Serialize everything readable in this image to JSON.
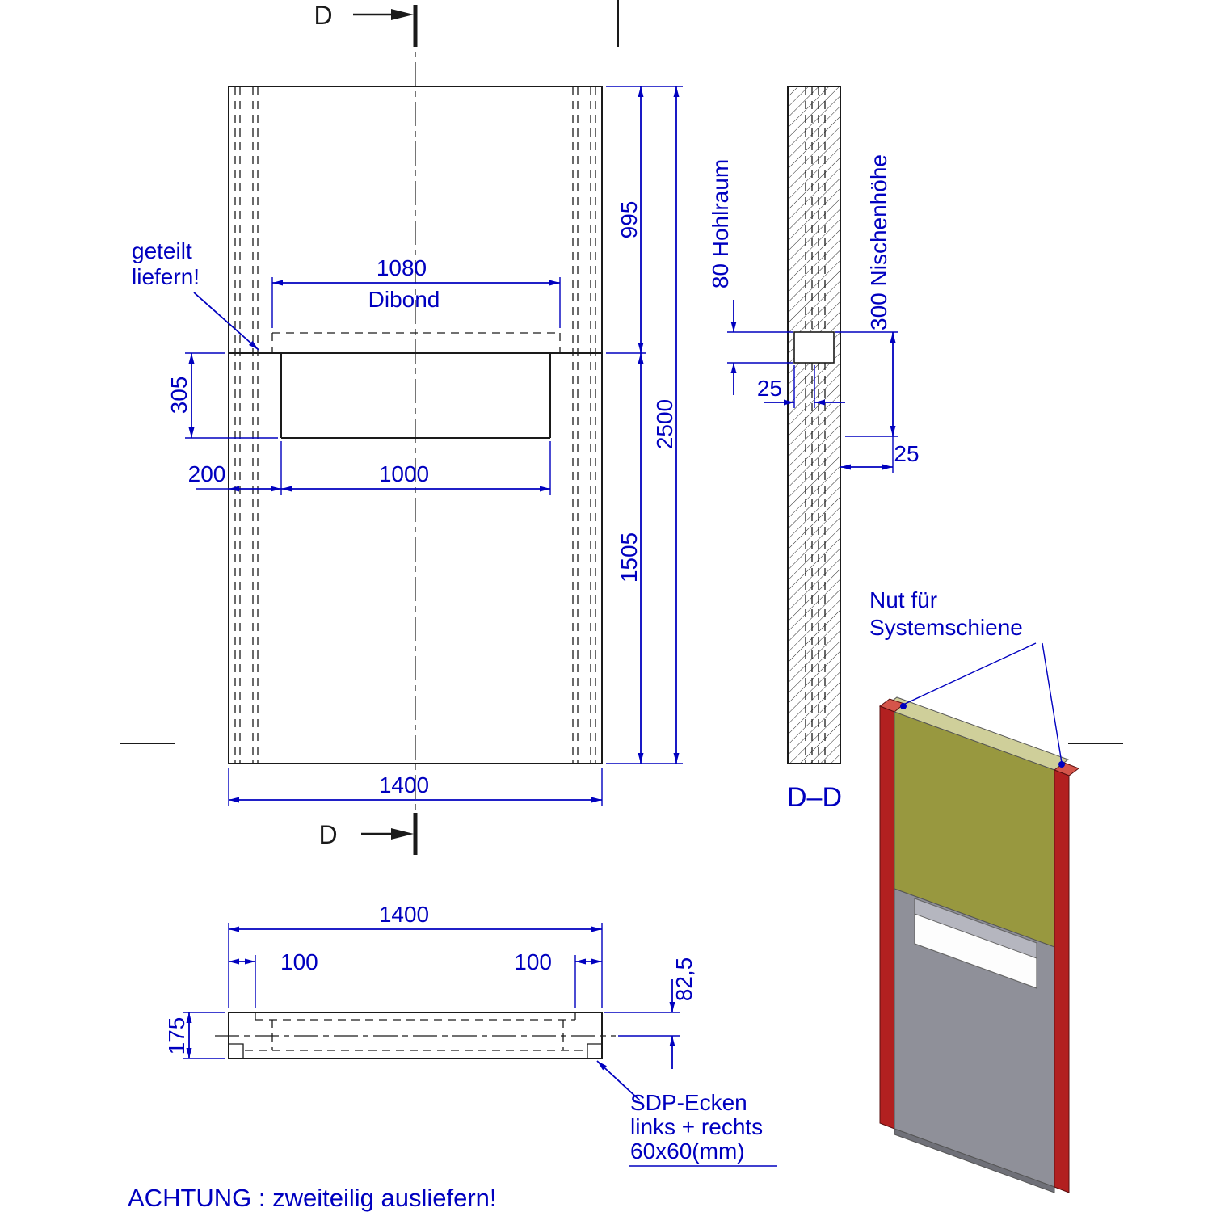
{
  "colors": {
    "dim": "#0000bf",
    "line": "#1a1a1a",
    "olive": "#98983f",
    "olive_top": "#cfcf9a",
    "panel_gray": "#8f9099",
    "panel_gray_dark": "#6f7078",
    "rail_red": "#b22020",
    "rail_red_light": "#d4554a",
    "slot_band": "#b5b6bf",
    "slot_white": "#fdfdfd"
  },
  "front_view": {
    "section_marker_top": "D",
    "section_marker_bottom": "D",
    "note_split_line1": "geteilt",
    "note_split_line2": "liefern!",
    "dim_995": "995",
    "dim_2500": "2500",
    "dim_1505": "1505",
    "dim_1080": "1080",
    "material": "Dibond",
    "dim_305": "305",
    "dim_200": "200",
    "dim_1000": "1000",
    "dim_1400": "1400"
  },
  "section_view": {
    "label": "D–D",
    "dim_hohlraum": "80 Hohlraum",
    "dim_nische": "300 Nischenhöhe",
    "dim_25_left": "25",
    "dim_25_right": "25"
  },
  "top_view": {
    "dim_1400": "1400",
    "dim_100_left": "100",
    "dim_100_right": "100",
    "dim_82_5": "82,5",
    "dim_175": "175",
    "note_sdp_line1": "SDP-Ecken",
    "note_sdp_line2": "links + rechts",
    "note_sdp_line3": "60x60(mm)"
  },
  "iso_view": {
    "label_nut_line1": "Nut für",
    "label_nut_line2": "Systemschiene"
  },
  "footer_note": "ACHTUNG : zweiteilig ausliefern!"
}
